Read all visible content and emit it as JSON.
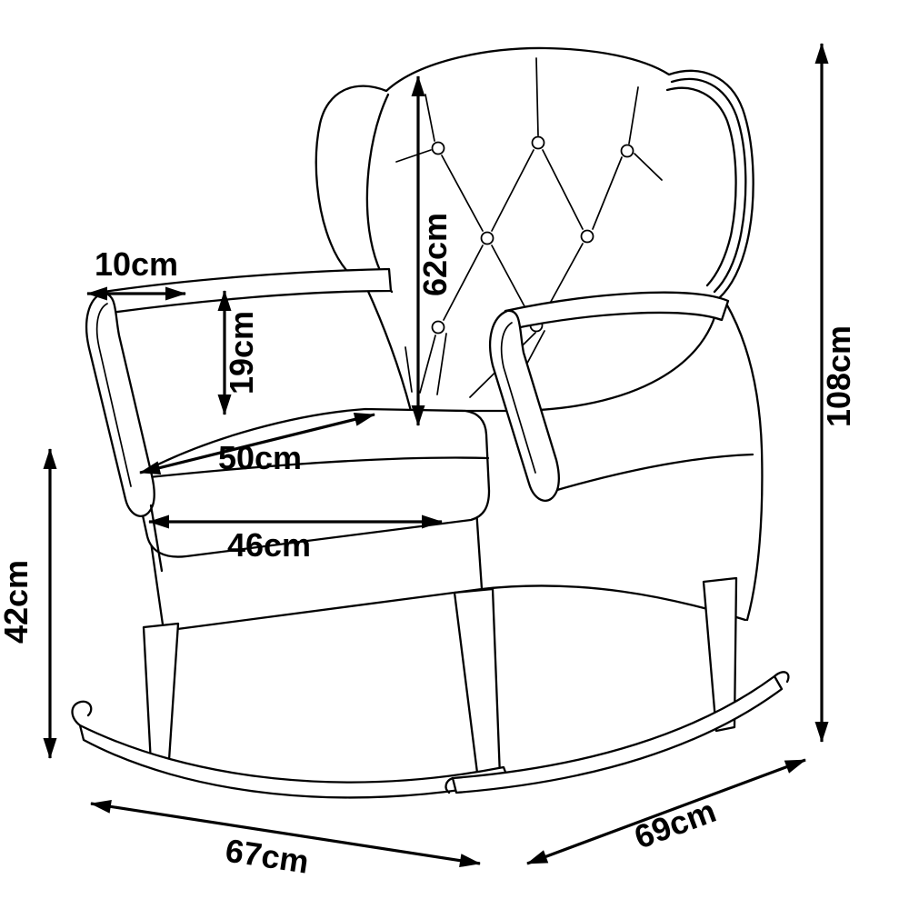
{
  "diagram": {
    "colors": {
      "line": "#000000",
      "background": "#ffffff"
    },
    "unit_labels": {
      "arm_top_width": "10cm",
      "armrest_height": "19cm",
      "backrest_height": "62cm",
      "overall_height": "108cm",
      "seat_height": "42cm",
      "seat_depth": "50cm",
      "seat_width": "46cm",
      "base_width": "67cm",
      "base_depth": "69cm"
    }
  }
}
